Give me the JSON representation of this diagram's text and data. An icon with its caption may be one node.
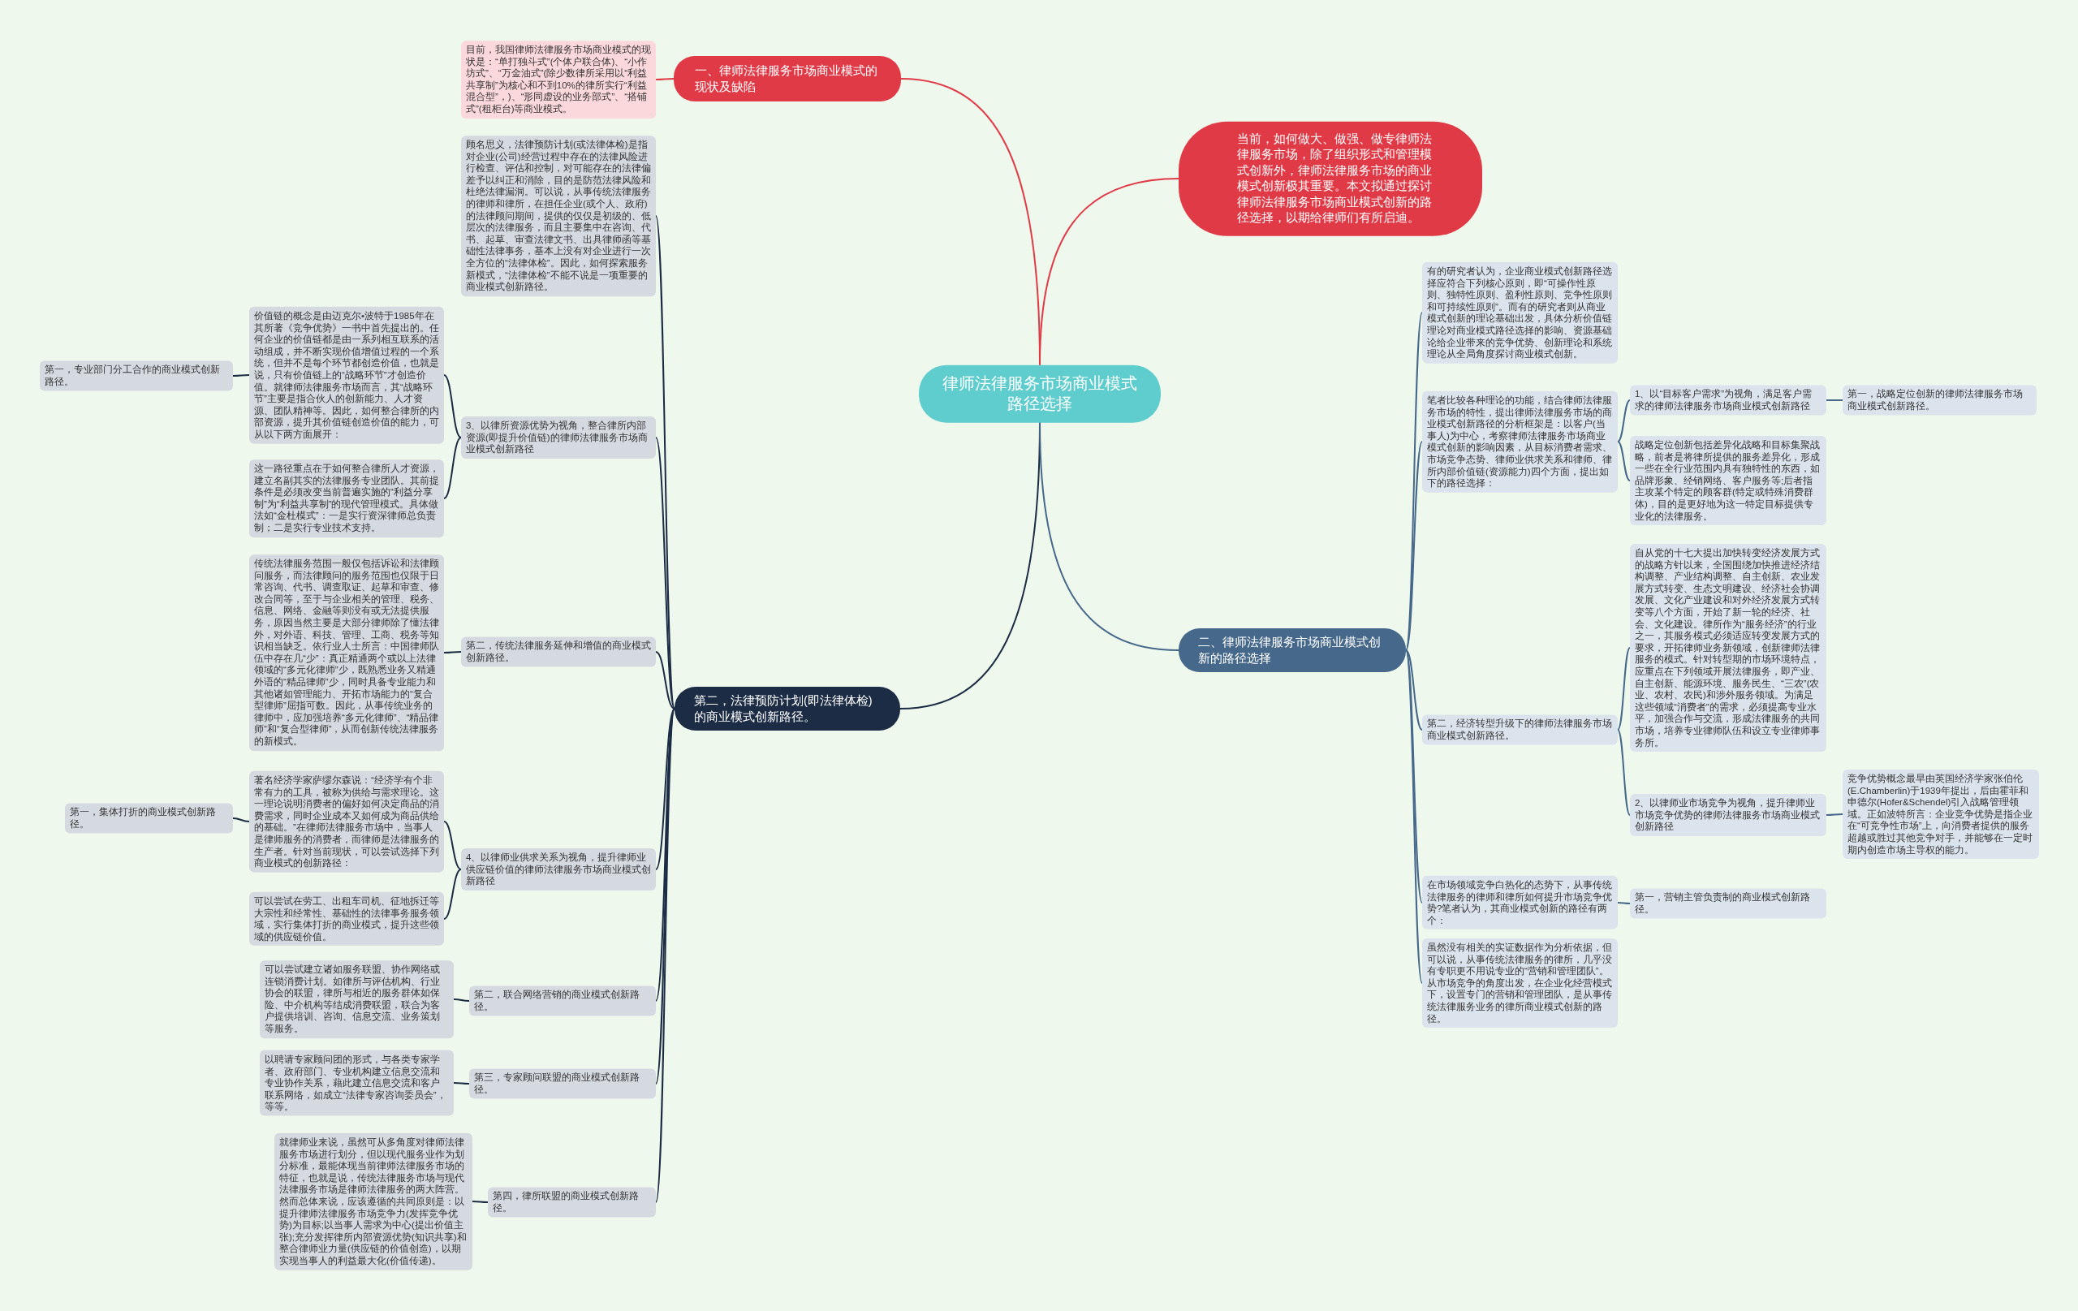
{
  "diagram": {
    "nodes": [
      {
        "text": [
          "律师法律服务市场商业模式路径选择"
        ]
      },
      {
        "text": [
          "一、律师法律服务市场商业模式的现状及缺陷"
        ]
      },
      {
        "text": [
          "目前，我国律师法律服务市场商业模式的现状是：“单打独斗式”(个体户联合体)、“小作坊式”、“万金油式”(除少数律所采用以“利益共享制”为核心和不到10%的律所实行“利益混合型”，)、“形同虚设的业务部式”、“搭铺式”(租柜台)等商业模式。"
        ]
      },
      {
        "text": [
          "当前，如何做大、做强、做专律师法律服务市场，除了组织形式和管理模式创新外，律师法律服务市场的商业模式创新极其重要。本文拟通过探讨律师法律服务市场商业模式创新的路径选择，以期给律师们有所启迪。"
        ]
      },
      {
        "text": [
          "第二，法律预防计划(即法律体检)的商业模式创新路径。"
        ]
      },
      {
        "text": [
          "顾名思义，法律预防计划(或法律体检)是指对企业(公司)经营过程中存在的法律风险进行检查、评估和控制，对可能存在的法律偏差予以纠正和消除，目的是防范法律风险和杜绝法律漏洞。可以说，从事传统法律服务的律师和律所，在担任企业(或个人、政府)的法律顾问期间，提供的仅仅是初级的、低层次的法律服务，而且主要集中在咨询、代书、起草、审查法律文书、出具律师函等基础性法律事务，基本上没有对企业进行一次全方位的“法律体检”。因此，如何探索服务新模式，“法律体检”不能不说是一项重要的商业模式创新路径。"
        ]
      },
      {
        "text": [
          "3、以律所资源优势为视角，整合律所内部资源(即提升价值链)的律师法律服务市场商业模式创新路径"
        ]
      },
      {
        "text": [
          "价值链的概念是由迈克尔•波特于1985年在其所著《竞争优势》一书中首先提出的。任何企业的价值链都是由一系列相互联系的活动组成，并不断实现价值增值过程的一个系统，但并不是每个环节都创造价值，也就是说，只有价值链上的“战略环节”才创造价值。就律师法律服务市场而言，其“战略环节”主要是指合伙人的创新能力、人才资源、团队精神等。因此，如何整合律所的内部资源，提升其价值链创造价值的能力，可从以下两方面展开："
        ]
      },
      {
        "text": [
          "第一，专业部门分工合作的商业模式创新路径。"
        ]
      },
      {
        "text": [
          "这一路径重点在于如何整合律所人才资源，建立名副其实的法律服务专业团队。其前提条件是必须改变当前普遍实施的“利益分享制”为“利益共享制”的现代管理模式。具体做法如“金杜模式”：一是实行资深律师总负责制；二是实行专业技术支持。"
        ]
      },
      {
        "text": [
          "第二，传统法律服务延伸和增值的商业模式创新路径。"
        ]
      },
      {
        "text": [
          "传统法律服务范围一般仅包括诉讼和法律顾问服务，而法律顾问的服务范围也仅限于日常咨询、代书、调查取证、起草和审查、修改合同等，至于与企业相关的管理、税务、信息、网络、金融等则没有或无法提供服务，原因当然主要是大部分律师除了懂法律外，对外语、科技、管理、工商、税务等知识相当缺乏。依行业人士所言：中国律师队伍中存在几“少”：真正精通两个或以上法律领域的“多元化律师”少，既熟悉业务又精通外语的“精品律师”少，同时具备专业能力和其他诸如管理能力、开拓市场能力的“复合型律师”屈指可数。因此，从事传统业务的律师中，应加强培养“多元化律师”、“精品律师”和“复合型律师”，从而创新传统法律服务的新模式。"
        ]
      },
      {
        "text": [
          "4、以律师业供求关系为视角，提升律师业供应链价值的律师法律服务市场商业模式创新路径"
        ]
      },
      {
        "text": [
          "著名经济学家萨缪尔森说：“经济学有个非常有力的工具，被称为供给与需求理论。这一理论说明消费者的偏好如何决定商品的消费需求，同时企业成本又如何成为商品供给的基础。”在律师法律服务市场中，当事人是律师服务的消费者，而律师是法律服务的生产者。针对当前现状，可以尝试选择下列商业模式的创新路径："
        ]
      },
      {
        "text": [
          "第一，集体打折的商业模式创新路径。"
        ]
      },
      {
        "text": [
          "可以尝试在劳工、出租车司机、征地拆迁等大宗性和经常性、基础性的法律事务服务领域，实行集体打折的商业模式，提升这些领域的供应链价值。"
        ]
      },
      {
        "text": [
          "第二，联合网络营销的商业模式创新路径。"
        ]
      },
      {
        "text": [
          "可以尝试建立诸如服务联盟、协作网络或连锁消费计划。如律所与评估机构、行业协会的联盟，律所与相近的服务群体如保险、中介机构等结成消费联盟，联合为客户提供培训、咨询、信息交流、业务策划等服务。"
        ]
      },
      {
        "text": [
          "第三，专家顾问联盟的商业模式创新路径。"
        ]
      },
      {
        "text": [
          "以聘请专家顾问团的形式，与各类专家学者、政府部门、专业机构建立信息交流和专业协作关系，藉此建立信息交流和客户联系网络，如成立“法律专家咨询委员会”，等等。"
        ]
      },
      {
        "text": [
          "第四，律所联盟的商业模式创新路径。"
        ]
      },
      {
        "text": [
          "就律师业来说，虽然可从多角度对律师法律服务市场进行划分，但以现代服务业作为划分标准，最能体现当前律师法律服务市场的特征，也就是说，传统法律服务市场与现代法律服务市场是律师法律服务的两大阵营。然而总体来说，应该遵循的共同原则是：以提升律师法律服务市场竞争力(发挥竞争优势)为目标;以当事人需求为中心(提出价值主张);充分发挥律所内部资源优势(知识共享)和整合律师业力量(供应链的价值创造)，以期实现当事人的利益最大化(价值传递)。"
        ]
      },
      {
        "text": [
          "二、律师法律服务市场商业模式创新的路径选择"
        ]
      },
      {
        "text": [
          "有的研究者认为，企业商业模式创新路径选择应符合下列核心原则，即“可操作性原则、独特性原则、盈利性原则、竞争性原则和可持续性原则”。而有的研究者则从商业模式创新的理论基础出发，具体分析价值链理论对商业模式路径选择的影响、资源基础论给企业带来的竞争优势、创新理论和系统理论从全局角度探讨商业模式创新。"
        ]
      },
      {
        "text": [
          "笔者比较各种理论的功能，结合律师法律服务市场的特性，提出律师法律服务市场的商业模式创新路径的分析框架是：以客户(当事人)为中心，考察律师法律服务市场商业模式创新的影响因素，从目标消费者需求、市场竞争态势、律师业供求关系和律师、律所内部价值链(资源能力)四个方面，提出如下的路径选择："
        ]
      },
      {
        "text": [
          "1、以“目标客户需求”为视角，满足客户需求的律师法律服务市场商业模式创新路径"
        ]
      },
      {
        "text": [
          "第一，战略定位创新的律师法律服务市场商业模式创新路径。"
        ]
      },
      {
        "text": [
          "战略定位创新包括差异化战略和目标集聚战略，前者是将律所提供的服务差异化，形成一些在全行业范围内具有独特性的东西，如品牌形象、经销网络、客户服务等;后者指主攻某个特定的顾客群(特定或特殊消费群体)，目的是更好地为这一特定目标提供专业化的法律服务。"
        ]
      },
      {
        "text": [
          "第二，经济转型升级下的律师法律服务市场商业模式创新路径。"
        ]
      },
      {
        "text": [
          "自从党的十七大提出加快转变经济发展方式的战略方针以来，全国围绕加快推进经济结构调整、产业结构调整、自主创新、农业发展方式转变、生态文明建设、经济社会协调发展、文化产业建设和对外经济发展方式转变等八个方面，开始了新一轮的经济、社会、文化建设。律所作为“服务经济”的行业之一，其服务模式必须适应转变发展方式的要求，开拓律师业务新领域，创新律师法律服务的模式。针对转型期的市场环境特点，应重点在下列领域开展法律服务，即产业、自主创新、能源环境、服务民生、“三农”(农业、农村、农民)和涉外服务领域。为满足这些领域“消费者”的需求，必须提高专业水平，加强合作与交流，形成法律服务的共同市场，培养专业律师队伍和设立专业律师事务所。"
        ]
      },
      {
        "text": [
          "2、以律师业市场竞争为视角，提升律师业市场竞争优势的律师法律服务市场商业模式创新路径"
        ]
      },
      {
        "text": [
          "竞争优势概念最早由英国经济学家张伯伦(E.Chamberlin)于1939年提出，后由霍菲和申德尔(Hofer&Schendel)引入战略管理领域。正如波特所言：企业竞争优势是指企业在“可竞争性市场”上，向消费者提供的服务超越或胜过其他竞争对手，并能够在一定时期内创造市场主导权的能力。"
        ]
      },
      {
        "text": [
          "在市场领域竞争白热化的态势下，从事传统法律服务的律师和律所如何提升市场竞争优势?笔者认为，其商业模式创新的路径有两个："
        ]
      },
      {
        "text": [
          "第一，营销主管负责制的商业模式创新路径。"
        ]
      },
      {
        "text": [
          "虽然没有相关的实证数据作为分析依据，但可以说，从事传统法律服务的律所，几乎没有专职更不用说专业的“营销和管理团队”。从市场竞争的角度出发，在企业化经营模式下，设置专门的营销和管理团队，是从事传统法律服务业务的律所商业模式创新的路径。"
        ]
      }
    ],
    "edges": [
      {
        "from": 0,
        "to": 1,
        "arrow": "none",
        "color": "#e03a47"
      },
      {
        "from": 1,
        "to": 2,
        "arrow": "none",
        "color": "#e03a47"
      },
      {
        "from": 0,
        "to": 3,
        "arrow": "none",
        "color": "#e03a47"
      },
      {
        "from": 0,
        "to": 4,
        "arrow": "none"
      },
      {
        "from": 4,
        "to": 5,
        "arrow": "none"
      },
      {
        "from": 4,
        "to": 6,
        "arrow": "none"
      },
      {
        "from": 6,
        "to": 7,
        "arrow": "none"
      },
      {
        "from": 7,
        "to": 8,
        "arrow": "none"
      },
      {
        "from": 6,
        "to": 9,
        "arrow": "none"
      },
      {
        "from": 4,
        "to": 10,
        "arrow": "none"
      },
      {
        "from": 10,
        "to": 11,
        "arrow": "none"
      },
      {
        "from": 4,
        "to": 12,
        "arrow": "none"
      },
      {
        "from": 12,
        "to": 13,
        "arrow": "none"
      },
      {
        "from": 13,
        "to": 14,
        "arrow": "none"
      },
      {
        "from": 12,
        "to": 15,
        "arrow": "none"
      },
      {
        "from": 4,
        "to": 16,
        "arrow": "none"
      },
      {
        "from": 16,
        "to": 17,
        "arrow": "none"
      },
      {
        "from": 4,
        "to": 18,
        "arrow": "none"
      },
      {
        "from": 18,
        "to": 19,
        "arrow": "none"
      },
      {
        "from": 4,
        "to": 20,
        "arrow": "none"
      },
      {
        "from": 20,
        "to": 21,
        "arrow": "none"
      },
      {
        "from": 0,
        "to": 22,
        "arrow": "none",
        "color": "#46688a"
      },
      {
        "from": 22,
        "to": 23,
        "arrow": "none",
        "color": "#46688a"
      },
      {
        "from": 22,
        "to": 24,
        "arrow": "none",
        "color": "#46688a"
      },
      {
        "from": 24,
        "to": 25,
        "arrow": "none",
        "color": "#46688a"
      },
      {
        "from": 25,
        "to": 26,
        "arrow": "none",
        "color": "#46688a"
      },
      {
        "from": 24,
        "to": 27,
        "arrow": "none",
        "color": "#46688a"
      },
      {
        "from": 22,
        "to": 28,
        "arrow": "none",
        "color": "#46688a"
      },
      {
        "from": 28,
        "to": 29,
        "arrow": "none",
        "color": "#46688a"
      },
      {
        "from": 28,
        "to": 30,
        "arrow": "none",
        "color": "#46688a"
      },
      {
        "from": 30,
        "to": 31,
        "arrow": "none",
        "color": "#46688a"
      },
      {
        "from": 22,
        "to": 32,
        "arrow": "none",
        "color": "#46688a"
      },
      {
        "from": 32,
        "to": 33,
        "arrow": "none",
        "color": "#46688a"
      },
      {
        "from": 22,
        "to": 34,
        "arrow": "none",
        "color": "#46688a"
      }
    ]
  }
}
